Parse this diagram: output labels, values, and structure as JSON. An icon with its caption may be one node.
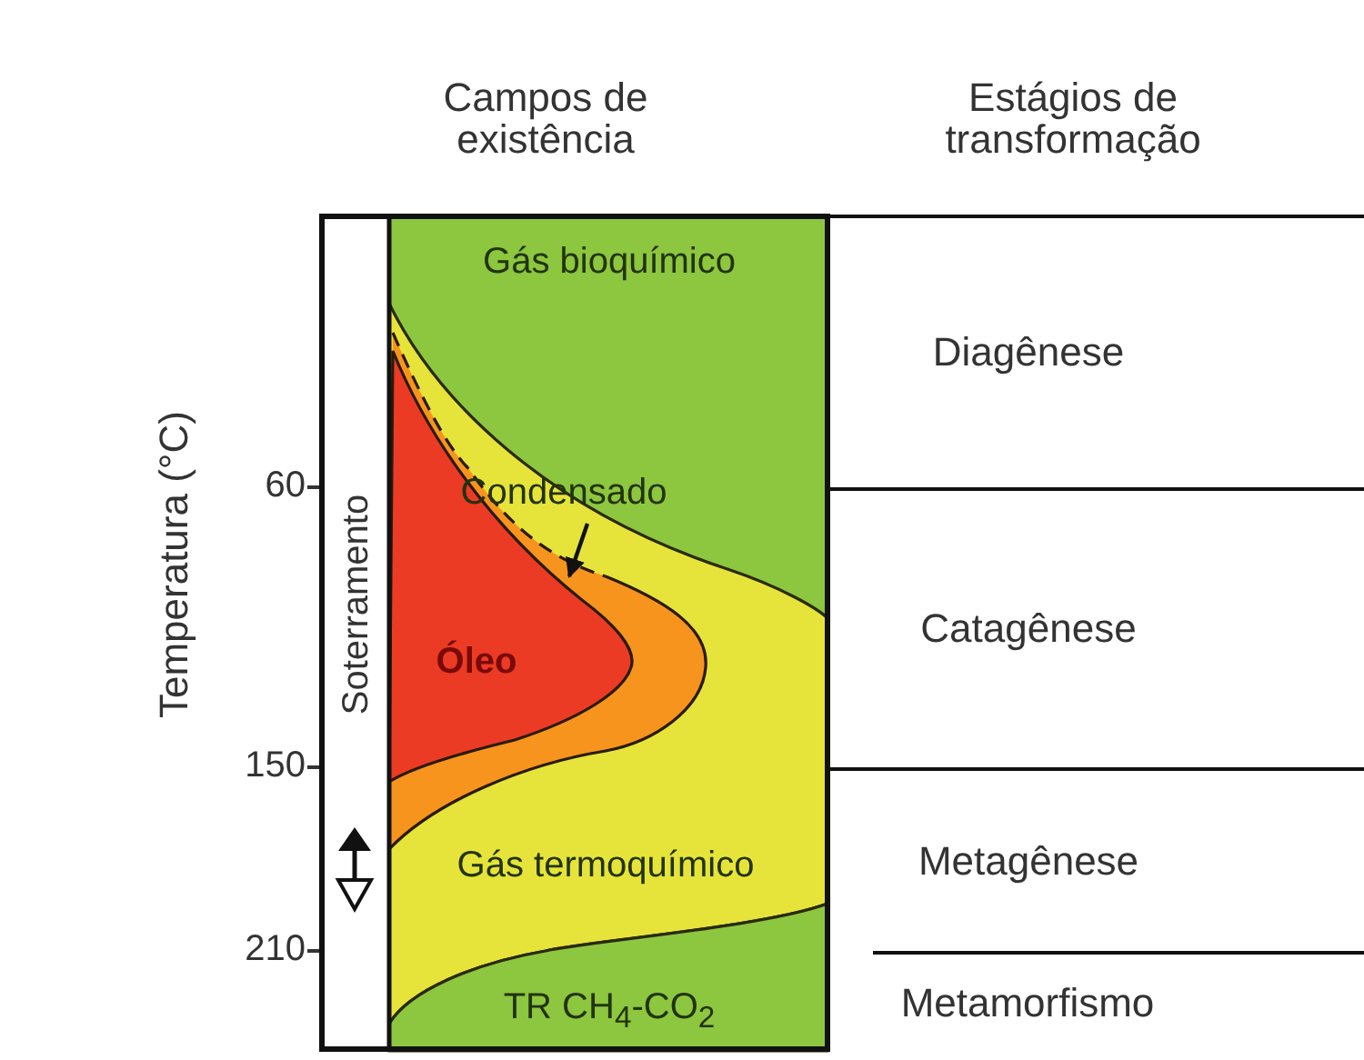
{
  "diagram": {
    "nodes": [
      {
        "text": [
          "Gás bioquímico"
        ]
      },
      {
        "text": [
          "Óleo"
        ],
        "in": 3
      },
      {
        "text": [
          "Condensado"
        ],
        "in": 0
      },
      {
        "text": [],
        "shape": "band",
        "in": 4
      },
      {
        "text": [
          "Gás termoquímico"
        ],
        "in": 0
      },
      {
        "text": [
          "TR CH$_{4}$-CO$_{2}$"
        ],
        "in": 0
      },
      {
        "text": [
          "Diagênese"
        ]
      },
      {
        "text": [
          "Catagênese"
        ]
      },
      {
        "text": [
          "Metagênese"
        ]
      },
      {
        "text": [
          "Metamorfismo"
        ]
      }
    ],
    "edges": [
      {
        "from": 2,
        "to": 3,
        "arrow": "to"
      }
    ],
    "labels": [
      "Campos de existência",
      "Estágios de transformação",
      "Temperatura (°C)",
      "60",
      "Soterramento",
      "150",
      "210"
    ]
  }
}
